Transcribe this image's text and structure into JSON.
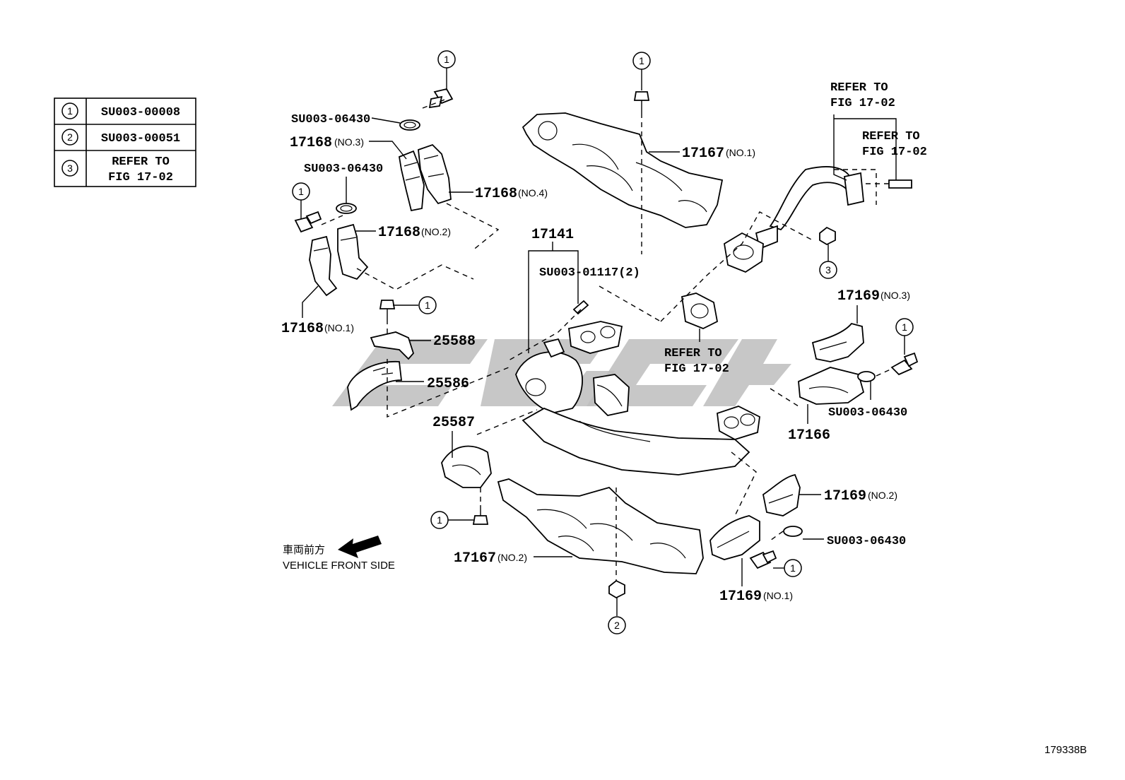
{
  "legend": {
    "rows": [
      {
        "key": "1",
        "value": "SU003-00008"
      },
      {
        "key": "2",
        "value": "SU003-00051"
      },
      {
        "key": "3",
        "value_line1": "REFER TO",
        "value_line2": "FIG 17-02"
      }
    ]
  },
  "callouts": {
    "c1": "1",
    "c2": "2",
    "c3": "3"
  },
  "labels": {
    "su_06430": "SU003-06430",
    "su_01117": "SU003-01117(2)",
    "p17168": "17168",
    "no1": "(NO.1)",
    "no2": "(NO.2)",
    "no3": "(NO.3)",
    "no4": "(NO.4)",
    "p17167": "17167",
    "p17141": "17141",
    "p17169": "17169",
    "p17166": "17166",
    "p25588": "25588",
    "p25586": "25586",
    "p25587": "25587",
    "refer_to": "REFER TO",
    "fig_17_02": "FIG 17-02"
  },
  "vehicle_front": {
    "japanese": "車両前方",
    "english": "VEHICLE FRONT SIDE"
  },
  "figure_id": "179338B"
}
